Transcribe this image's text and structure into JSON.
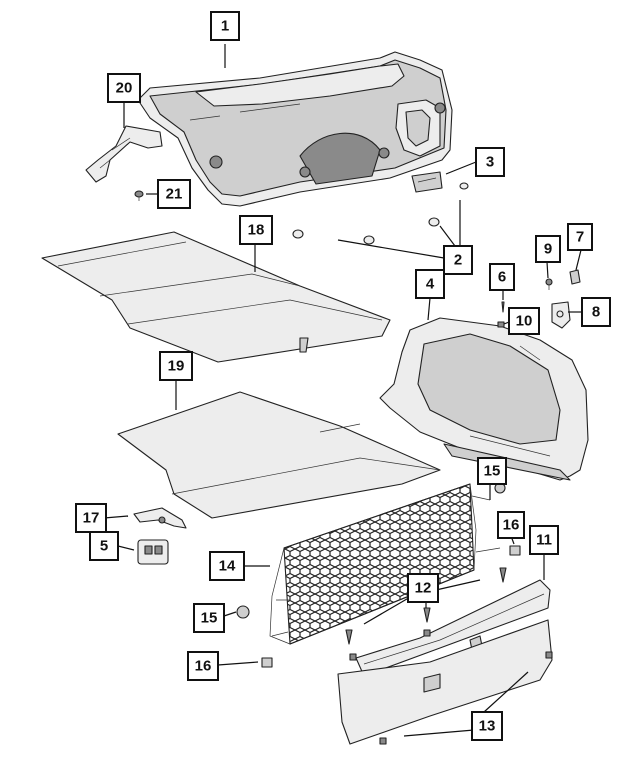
{
  "callouts": [
    {
      "id": "1",
      "label": "1"
    },
    {
      "id": "2",
      "label": "2"
    },
    {
      "id": "3",
      "label": "3"
    },
    {
      "id": "4",
      "label": "4"
    },
    {
      "id": "5",
      "label": "5"
    },
    {
      "id": "6",
      "label": "6"
    },
    {
      "id": "7",
      "label": "7"
    },
    {
      "id": "8",
      "label": "8"
    },
    {
      "id": "9",
      "label": "9"
    },
    {
      "id": "10",
      "label": "10"
    },
    {
      "id": "11",
      "label": "11"
    },
    {
      "id": "12",
      "label": "12"
    },
    {
      "id": "13",
      "label": "13"
    },
    {
      "id": "14",
      "label": "14"
    },
    {
      "id": "15a",
      "label": "15"
    },
    {
      "id": "15b",
      "label": "15"
    },
    {
      "id": "16a",
      "label": "16"
    },
    {
      "id": "16b",
      "label": "16"
    },
    {
      "id": "17",
      "label": "17"
    },
    {
      "id": "18",
      "label": "18"
    },
    {
      "id": "19",
      "label": "19"
    },
    {
      "id": "20",
      "label": "20"
    },
    {
      "id": "21",
      "label": "21"
    }
  ],
  "colors": {
    "line": "#111111",
    "panel_fill": "#ededed",
    "shade_fill": "#cfcfcf",
    "background": "#ffffff"
  }
}
